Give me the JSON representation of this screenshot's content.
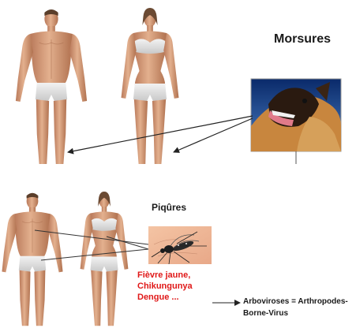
{
  "sections": {
    "bites": {
      "title": "Morsures",
      "photo_icon": "dog-photo"
    },
    "stings": {
      "title": "Piqûres",
      "photo_icon": "mosquito-photo"
    }
  },
  "diseases": {
    "lines": [
      "Fièvre jaune,",
      "Chikungunya",
      "Dengue ..."
    ]
  },
  "arboviroses": {
    "lines": [
      "Arboviroses = Arthropodes-",
      "Borne-Virus"
    ]
  },
  "colors": {
    "disease_text": "#e01818",
    "skin": "#d9a07c",
    "skin_shadow": "#b87a58",
    "underwear": "#e2e2e2",
    "dog_fur": "#c8863e",
    "arrow": "#222222"
  },
  "icons": [
    "male-figure-icon",
    "female-figure-icon",
    "dog-photo",
    "mosquito-photo",
    "arrow-icon"
  ]
}
